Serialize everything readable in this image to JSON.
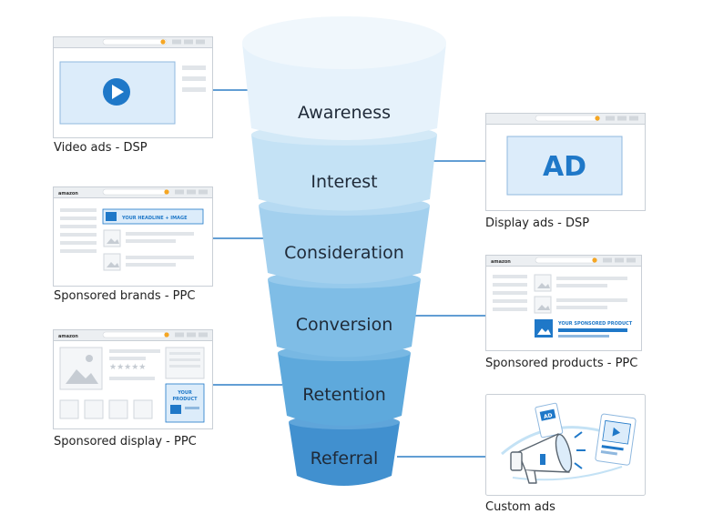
{
  "funnel": {
    "stages": [
      {
        "label": "Awareness"
      },
      {
        "label": "Interest"
      },
      {
        "label": "Consideration"
      },
      {
        "label": "Conversion"
      },
      {
        "label": "Retention"
      },
      {
        "label": "Referral"
      }
    ]
  },
  "ads": {
    "video": {
      "caption": "Video ads - DSP"
    },
    "display": {
      "caption": "Display ads - DSP",
      "ad_text": "AD"
    },
    "brands": {
      "caption": "Sponsored brands - PPC",
      "brand": "amazon",
      "headline": "YOUR HEADLINE + IMAGE"
    },
    "products": {
      "caption": "Sponsored products - PPC",
      "brand": "amazon",
      "headline": "YOUR SPONSORED PRODUCT"
    },
    "sdisplay": {
      "caption": "Sponsored display - PPC",
      "brand": "amazon",
      "product_line1": "YOUR",
      "product_line2": "PRODUCT"
    },
    "custom": {
      "caption": "Custom ads",
      "ad_text": "AD"
    }
  },
  "colors": {
    "awareness": "#e6f2fb",
    "interest": "#c4e2f5",
    "consideration": "#a3d0ee",
    "conversion": "#7fbde6",
    "retention": "#5ea9dc",
    "referral": "#4190cf",
    "accent_blue": "#1f78c8",
    "orange": "#f5a623"
  }
}
